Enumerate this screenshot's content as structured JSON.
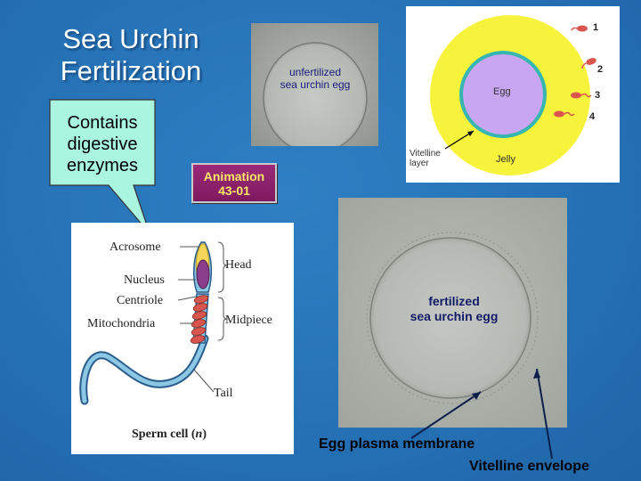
{
  "slide": {
    "title_line1": "Sea Urchin",
    "title_line2": "Fertilization"
  },
  "callout": {
    "line1": "Contains",
    "line2": "digestive",
    "line3": "enzymes"
  },
  "animation_button": {
    "line1": "Animation",
    "line2": "43-01"
  },
  "unfertilized_photo": {
    "line1": "unfertilized",
    "line2": "sea urchin egg"
  },
  "egg_diagram": {
    "egg_label": "Egg",
    "jelly_label": "Jelly",
    "vitelline_line1": "Vitelline",
    "vitelline_line2": "layer",
    "steps": [
      "1",
      "2",
      "3",
      "4"
    ]
  },
  "sperm_diagram": {
    "acrosome": "Acrosome",
    "nucleus": "Nucleus",
    "centriole": "Centriole",
    "mitochondria": "Mitochondria",
    "head": "Head",
    "midpiece": "Midpiece",
    "tail": "Tail",
    "caption_prefix": "Sperm cell (",
    "caption_n": "n",
    "caption_suffix": ")"
  },
  "fertilized_photo": {
    "line1": "fertilized",
    "line2": "sea urchin egg"
  },
  "labels": {
    "plasma_membrane": "Egg plasma membrane",
    "vitelline_envelope": "Vitelline envelope"
  },
  "colors": {
    "background": "#2672b6",
    "callout_fill": "#a9f5df",
    "button_fill": "#8b2270",
    "button_text": "#ffe866",
    "jelly": "#f7f23c",
    "egg": "#c9a6f2",
    "vitelline": "#36b6b0"
  }
}
